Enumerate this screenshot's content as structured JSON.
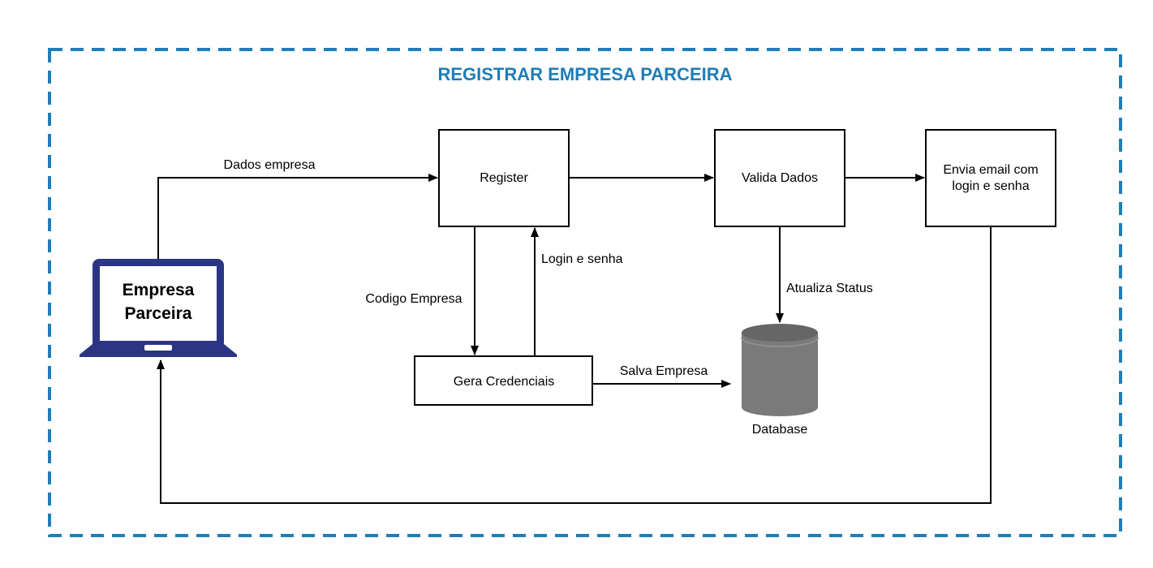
{
  "title": "REGISTRAR EMPRESA PARCEIRA",
  "actor": {
    "line1": "Empresa",
    "line2": "Parceira"
  },
  "nodes": {
    "register": "Register",
    "valida": "Valida Dados",
    "envia_line1": "Envia email com",
    "envia_line2": "login e senha",
    "gera": "Gera Credenciais",
    "database": "Database"
  },
  "edges": {
    "dados_empresa": "Dados empresa",
    "codigo_empresa": "Codigo Empresa",
    "login_senha": "Login e senha",
    "atualiza_status": "Atualiza Status",
    "salva_empresa": "Salva Empresa"
  },
  "colors": {
    "frame": "#1f7db8",
    "title": "#1f7db8",
    "laptop": "#2b3584",
    "database_body": "#7a7a7a",
    "database_top": "#666666"
  }
}
